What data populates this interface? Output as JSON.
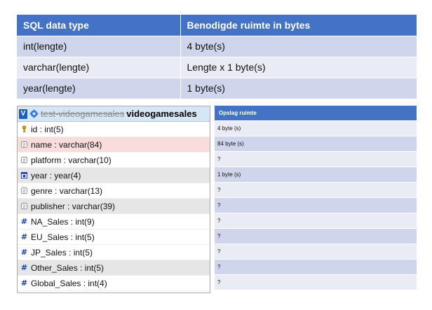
{
  "top_table": {
    "headers": [
      "SQL data type",
      "Benodigde ruimte in bytes"
    ],
    "rows": [
      [
        "int(lengte)",
        "4 byte(s)"
      ],
      [
        "varchar(lengte)",
        "Lengte x 1 byte(s)"
      ],
      [
        "year(lengte)",
        "1 byte(s)"
      ]
    ]
  },
  "structure": {
    "checkbox_label": "V",
    "database": "test-videogamesales",
    "table": "videogamesales",
    "columns": [
      {
        "label": "id : int(5)",
        "icon": "key-icon",
        "highlight": "none"
      },
      {
        "label": "name : varchar(84)",
        "icon": "text-column-icon",
        "highlight": "red"
      },
      {
        "label": "platform : varchar(10)",
        "icon": "text-column-icon",
        "highlight": "none"
      },
      {
        "label": "year : year(4)",
        "icon": "date-column-icon",
        "highlight": "grey"
      },
      {
        "label": "genre : varchar(13)",
        "icon": "text-column-icon",
        "highlight": "none"
      },
      {
        "label": "publisher : varchar(39)",
        "icon": "text-column-icon",
        "highlight": "grey"
      },
      {
        "label": "NA_Sales : int(9)",
        "icon": "hash-icon",
        "highlight": "none"
      },
      {
        "label": "EU_Sales : int(5)",
        "icon": "hash-icon",
        "highlight": "none"
      },
      {
        "label": "JP_Sales : int(5)",
        "icon": "hash-icon",
        "highlight": "none"
      },
      {
        "label": "Other_Sales : int(5)",
        "icon": "hash-icon",
        "highlight": "grey"
      },
      {
        "label": "Global_Sales : int(4)",
        "icon": "hash-icon",
        "highlight": "none"
      }
    ]
  },
  "space_table": {
    "header": "Opslag ruimte",
    "rows": [
      "4 byte (s)",
      "84 byte (s)",
      "?",
      "1 byte (s)",
      "?",
      "?",
      "?",
      "?",
      "?",
      "?",
      "?"
    ]
  },
  "colors": {
    "header_blue": "#4472c4",
    "band_dark": "#cfd5ea",
    "band_light": "#e9ebf5",
    "highlight_red": "#f9dcdc",
    "highlight_grey": "#e6e6e6"
  }
}
